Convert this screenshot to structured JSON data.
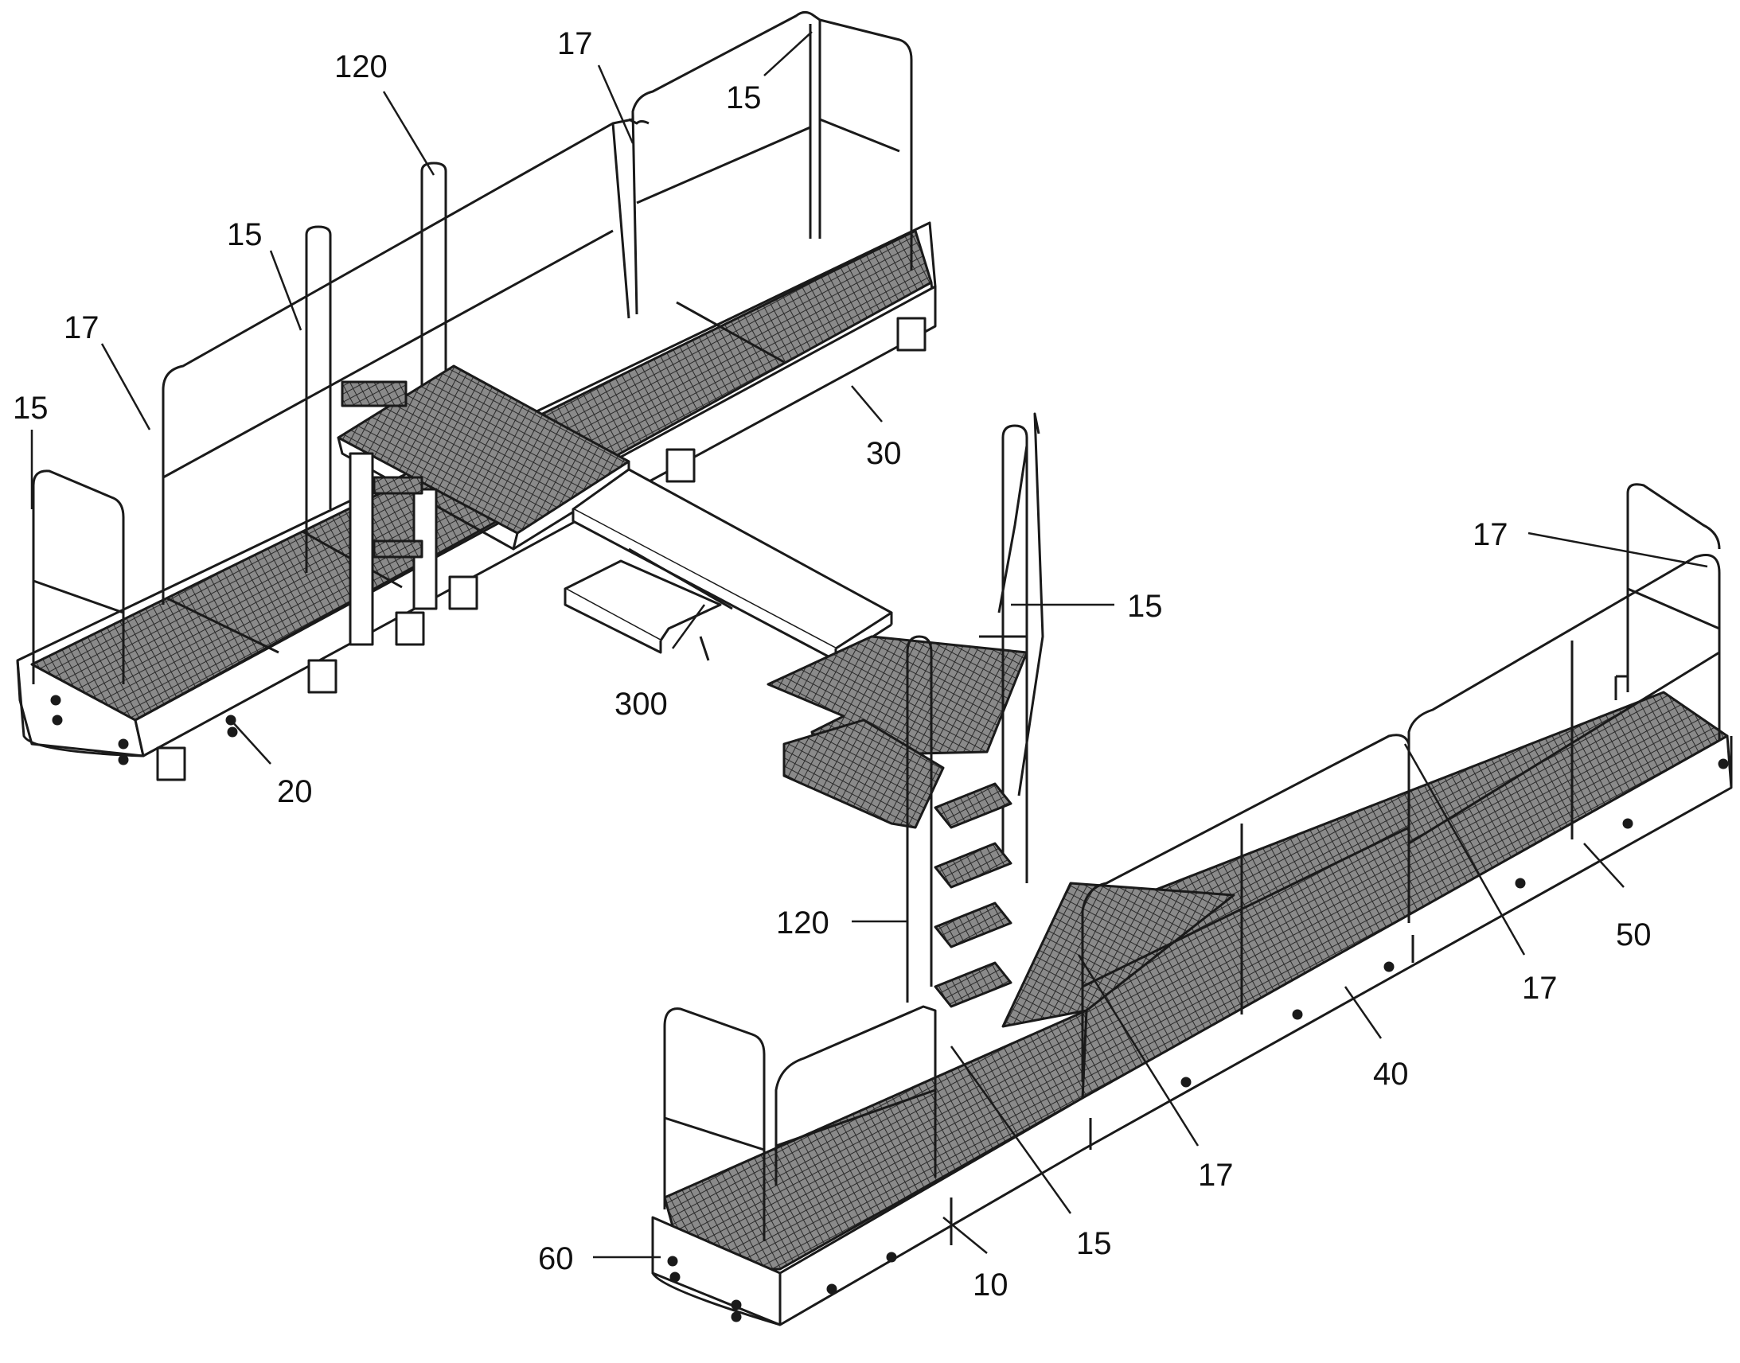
{
  "figure": {
    "style": "patent line drawing, isometric view of modular access platform",
    "colors": {
      "line": "#1a1a1a",
      "grating": "#5a5a5a",
      "background": "#ffffff"
    }
  },
  "labels": {
    "ref_15_a": "15",
    "ref_17_a": "17",
    "ref_120_a": "120",
    "ref_15_b": "15",
    "ref_17_b": "17",
    "ref_15_c": "15",
    "ref_30": "30",
    "ref_300": "300",
    "ref_20": "20",
    "ref_15_d": "15",
    "ref_17_c": "17",
    "ref_50": "50",
    "ref_120_b": "120",
    "ref_17_d": "17",
    "ref_40": "40",
    "ref_17_e": "17",
    "ref_15_e": "15",
    "ref_60": "60",
    "ref_10": "10"
  }
}
